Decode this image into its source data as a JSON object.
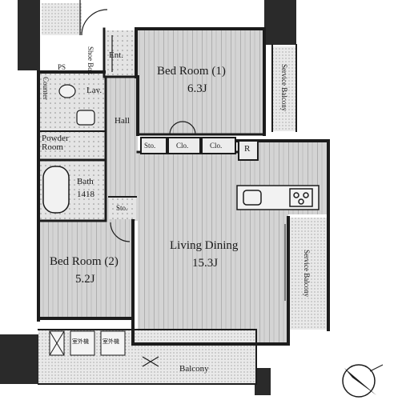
{
  "rooms": {
    "bed_room_1": {
      "name": "Bed Room (1)",
      "size": "6.3J"
    },
    "bed_room_2": {
      "name": "Bed Room (2)",
      "size": "5.2J"
    },
    "living_dining": {
      "name": "Living Dining",
      "size": "15.3J"
    }
  },
  "labels": {
    "entrance": "Ent.",
    "shoe_box": "Shoe Box",
    "ps": "PS",
    "lavatory": "Lav.",
    "counter": "Counter",
    "hall": "Hall",
    "powder_room": "Powder Room",
    "bath": "Bath",
    "bath_size": "1418",
    "storage_1": "Sto.",
    "closet_1": "Clo.",
    "closet_2": "Clo.",
    "storage_2": "Sto.",
    "refrigerator": "R",
    "service_balcony_top": "Service Balcony",
    "service_balcony_right": "Service Balcony",
    "balcony": "Balcony",
    "ac_unit_1": "室外機",
    "ac_unit_2": "室外機"
  },
  "colors": {
    "wall": "#1c1c1c",
    "floor_wood": "#cfcfcf",
    "tile": "#d8d8d8",
    "balcony_fill": "#e2e2e2"
  }
}
